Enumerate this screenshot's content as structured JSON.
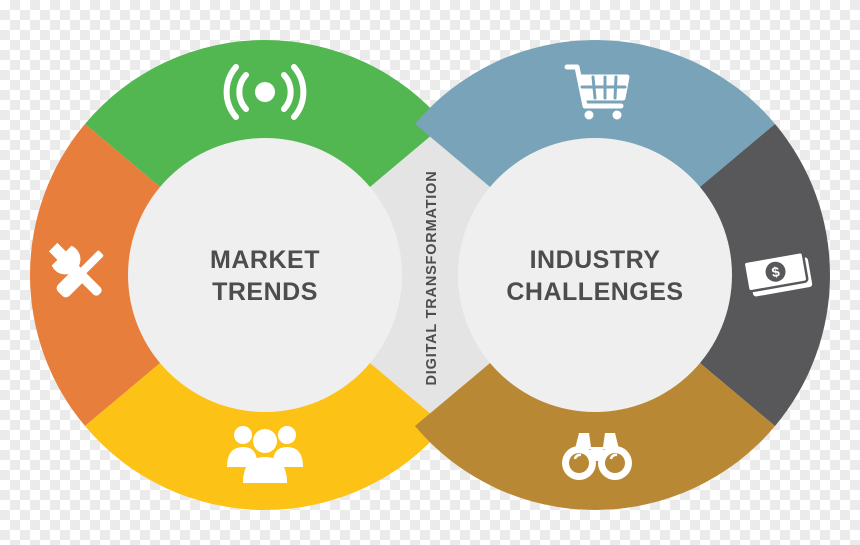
{
  "left_ring": {
    "label_lines": [
      "MARKET",
      "TRENDS"
    ],
    "segments": [
      {
        "name": "green",
        "icon": "broadcast-icon",
        "color": "#52b751"
      },
      {
        "name": "orange",
        "icon": "tools-icon",
        "color": "#e87e3b"
      },
      {
        "name": "yellow",
        "icon": "people-icon",
        "color": "#fdc216"
      }
    ]
  },
  "right_ring": {
    "label_lines": [
      "INDUSTRY",
      "CHALLENGES"
    ],
    "segments": [
      {
        "name": "blue",
        "icon": "shopping-cart-icon",
        "color": "#79a3b8"
      },
      {
        "name": "dark",
        "icon": "money-icon",
        "color": "#58585a"
      },
      {
        "name": "brown",
        "icon": "binoculars-icon",
        "color": "#b98834"
      }
    ]
  },
  "connector": {
    "label": "DIGITAL TRANSFORMATION",
    "color": "#e4e4e4"
  },
  "inner_color": "#efefef",
  "text_color": "#4d4d4d"
}
